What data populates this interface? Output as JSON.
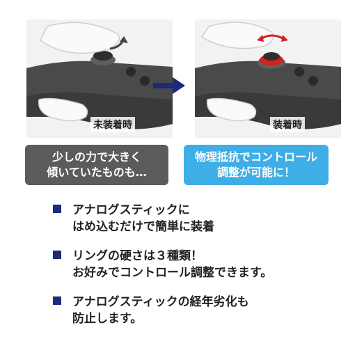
{
  "before": {
    "label": "未装着時",
    "caption_lines": [
      "少しの力で大きく",
      "傾いていたものも…"
    ]
  },
  "after": {
    "label": "装着時",
    "caption_lines": [
      "物理抵抗でコントロール",
      "調整が可能に！"
    ]
  },
  "features": [
    {
      "lines": [
        "アナログスティックに",
        "はめ込むだけで簡単に装着"
      ]
    },
    {
      "lines": [
        "リングの硬さは３種類！",
        "お好みでコントロール調整できます。"
      ]
    },
    {
      "lines": [
        "アナログスティックの経年劣化も",
        "防止します。"
      ]
    }
  ],
  "colors": {
    "caption_before_bg": "#5b5b5b",
    "caption_after_bg": "#3faee6",
    "bullet_square": "#1c2a7a",
    "arrow": "#1c2a7a",
    "ring": "#d42020"
  }
}
